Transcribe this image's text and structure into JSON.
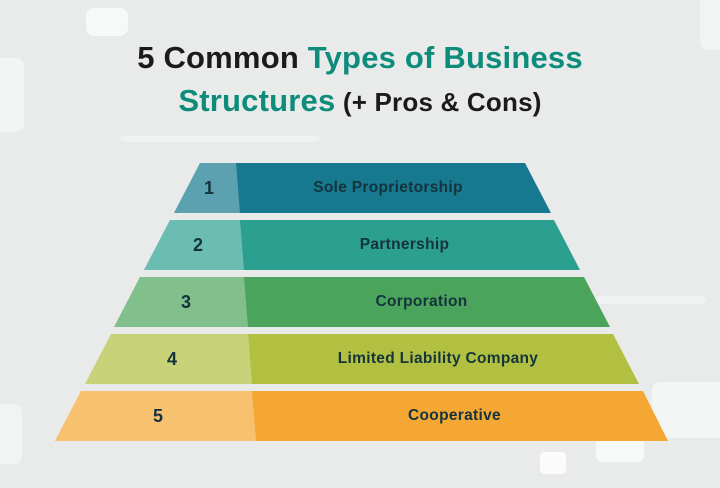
{
  "title": {
    "part1": "5 Common ",
    "part2": "Types of Business",
    "part3": "Structures",
    "part4": " (+ Pros & Cons)"
  },
  "colors": {
    "background": "#e9eaea",
    "title_dark": "#1b1b1b",
    "title_accent": "#0d8c7c",
    "band_text": "#14333d"
  },
  "pyramid": {
    "levels": [
      {
        "number": "1",
        "label": "Sole Proprietorship",
        "color": "#16798f"
      },
      {
        "number": "2",
        "label": "Partnership",
        "color": "#2b9f90"
      },
      {
        "number": "3",
        "label": "Corporation",
        "color": "#4ba45b"
      },
      {
        "number": "4",
        "label": "Limited Liability Company",
        "color": "#b1c040"
      },
      {
        "number": "5",
        "label": "Cooperative",
        "color": "#f5a733"
      }
    ]
  }
}
